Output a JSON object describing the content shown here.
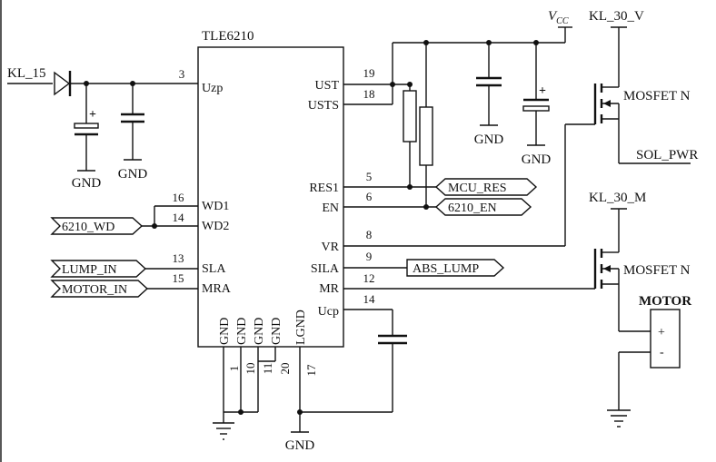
{
  "chip": {
    "name": "TLE6210",
    "pins": {
      "uzp": "Uzp",
      "wd1": "WD1",
      "wd2": "WD2",
      "sla": "SLA",
      "mra": "MRA",
      "ust": "UST",
      "usts": "USTS",
      "res1": "RES1",
      "en": "EN",
      "vr": "VR",
      "sila": "SILA",
      "mr": "MR",
      "ucp": "Ucp",
      "gnd1": "GND",
      "gnd2": "GND",
      "gnd3": "GND",
      "gnd4": "GND",
      "lgnd": "LGND"
    },
    "pin_numbers": {
      "uzp": "3",
      "ust": "19",
      "usts": "18",
      "wd1": "16",
      "wd2": "14",
      "sla": "13",
      "mra": "15",
      "res1": "5",
      "en": "6",
      "vr": "8",
      "sila": "9",
      "mr": "12",
      "ucp": "14",
      "gnd1": "1",
      "gnd2": "10",
      "gnd3": "11",
      "gnd4": "20",
      "lgnd": "17"
    }
  },
  "labels": {
    "kl15": "KL_15",
    "kl30v": "KL_30_V",
    "kl30m": "KL_30_M",
    "vcc_main": "V",
    "vcc_sub": "CC",
    "mosfet_top": "MOSFET N",
    "mosfet_bottom": "MOSFET N",
    "sol_pwr": "SOL_PWR",
    "motor": "MOTOR",
    "motor_plus": "+",
    "motor_minus": "-",
    "cap_plus_1": "+",
    "cap_plus_2": "+",
    "gnd_cap1": "GND",
    "gnd_cap2": "GND",
    "gnd_cap3": "GND",
    "gnd_cap4": "GND",
    "gnd_bottom": "GND"
  },
  "net_tags": {
    "wd": "6210_WD",
    "lump_in": "LUMP_IN",
    "motor_in": "MOTOR_IN",
    "mcu_res": "MCU_RES",
    "en": "6210_EN",
    "abs_lump": "ABS_LUMP"
  }
}
